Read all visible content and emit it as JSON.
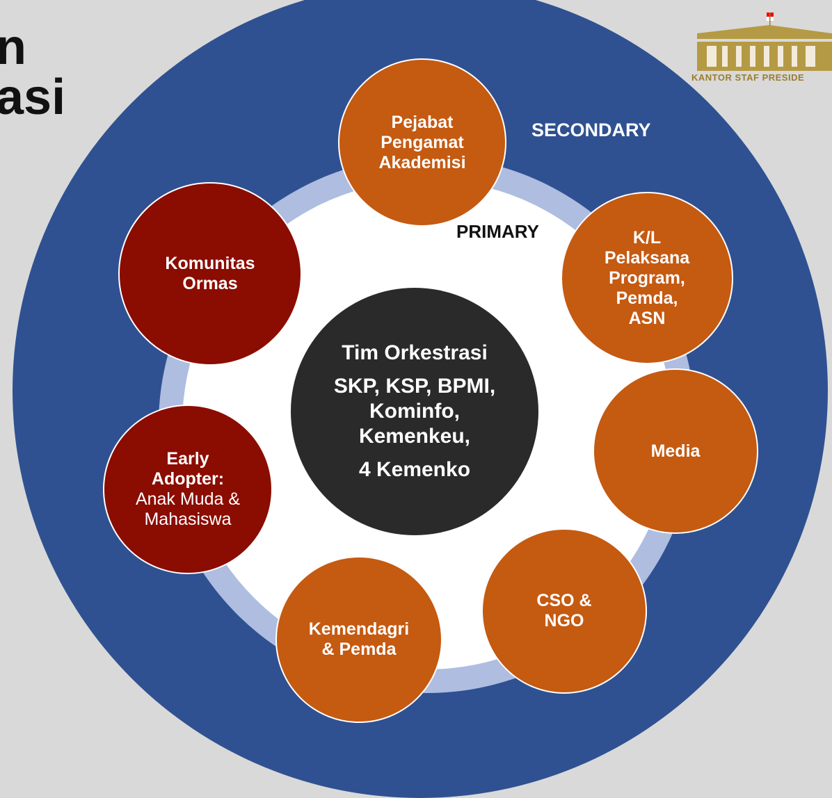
{
  "title": {
    "line1": "n",
    "line2": "asi"
  },
  "labels": {
    "secondary": "SECONDARY",
    "primary": "PRIMARY"
  },
  "center": {
    "line1": "Tim Orkestrasi",
    "line2": "SKP, KSP, BPMI,",
    "line3": "Kominfo,",
    "line4": "Kemenkeu,",
    "line5": "4 Kemenko"
  },
  "nodes": {
    "pejabat": {
      "line1": "Pejabat",
      "line2": "Pengamat",
      "line3": "Akademisi"
    },
    "kl": {
      "line1": "K/L",
      "line2": "Pelaksana",
      "line3": "Program,",
      "line4": "Pemda,",
      "line5": "ASN"
    },
    "media": {
      "line1": "Media"
    },
    "cso": {
      "line1": "CSO &",
      "line2": "NGO"
    },
    "kemendagri": {
      "line1": "Kemendagri",
      "line2": "& Pemda"
    },
    "early": {
      "line1": "Early",
      "line2": "Adopter:",
      "line3": "Anak Muda &",
      "line4": "Mahasiswa"
    },
    "komunitas": {
      "line1": "Komunitas",
      "line2": "Ormas"
    }
  },
  "logo": {
    "text": "KANTOR STAF PRESIDE"
  },
  "colors": {
    "outer": "#2f5191",
    "ring": "#aebde0",
    "center": "#2a2a2a",
    "orange": "#c55a11",
    "red": "#8b0c00"
  }
}
